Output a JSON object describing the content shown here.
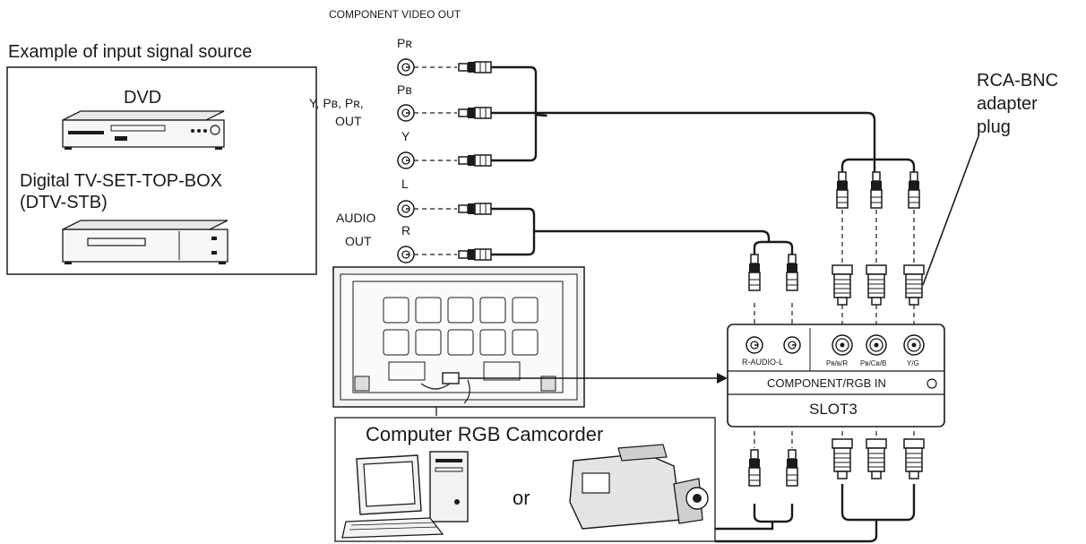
{
  "header": {
    "component_out": "COMPONENT VIDEO OUT"
  },
  "source_box": {
    "title": "Example of input signal source",
    "dvd": "DVD",
    "stb_line1": "Digital TV-SET-TOP-BOX",
    "stb_line2": "(DTV-STB)"
  },
  "outputs": {
    "pr": "Pʀ",
    "pb": "Pʙ",
    "y": "Y",
    "ypbpr_line1": "Y,  Pʙ, Pʀ,",
    "ypbpr_line2": "OUT",
    "l": "L",
    "r": "R",
    "audio_line1": "AUDIO",
    "audio_line2": "OUT"
  },
  "adapter": {
    "line1": "RCA-BNC",
    "line2": "adapter",
    "line3": "plug"
  },
  "slot": {
    "jack_labels": [
      "R-AUDIO-L",
      "Pʀ/ʙ/R",
      "Pʙ/Cʙ/B",
      "Y/G"
    ],
    "row_label": "COMPONENT/RGB IN",
    "slot_name": "SLOT3"
  },
  "camcorder_box": {
    "title": "Computer RGB Camcorder",
    "or": "or"
  },
  "colors": {
    "line": "#1a1a1a",
    "panel_fill": "#f2f2f2"
  }
}
